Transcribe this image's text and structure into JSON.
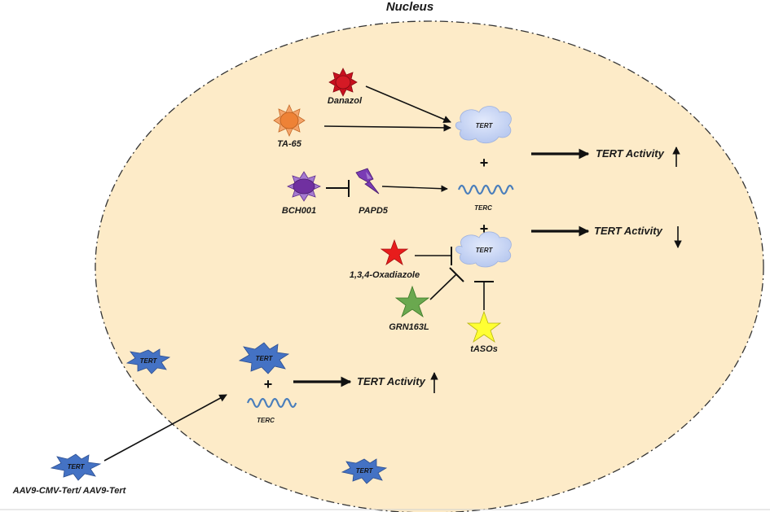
{
  "title": "Nucleus",
  "agents": {
    "danazol": "Danazol",
    "ta65": "TA-65",
    "bch001": "BCH001",
    "papd5": "PAPD5",
    "oxadiazole": "1,3,4-Oxadiazole",
    "grn163l": "GRN163L",
    "tasos": "tASOs",
    "aav": "AAV9-CMV-Tert/ AAV9-Tert"
  },
  "molecules": {
    "tert": "TERT",
    "terc": "TERC"
  },
  "outcomes": {
    "activity_up_1": "TERT  Activity",
    "activity_down": "TERT  Activity",
    "activity_up_2": "TERT  Activity"
  },
  "symbols": {
    "plus": "+"
  },
  "colors": {
    "nucleus_fill": "#fdebc8",
    "danazol": "#c8101e",
    "ta65": "#f08a3c",
    "bch001": "#7030a0",
    "papd5": "#7a3bb5",
    "oxadiazole": "#e81c1c",
    "grn163l": "#6aa84f",
    "tasos": "#ffff33",
    "tert_star": "#4472c4",
    "terc_wave": "#4a7ebb",
    "cloud": "#c5d3f2"
  }
}
